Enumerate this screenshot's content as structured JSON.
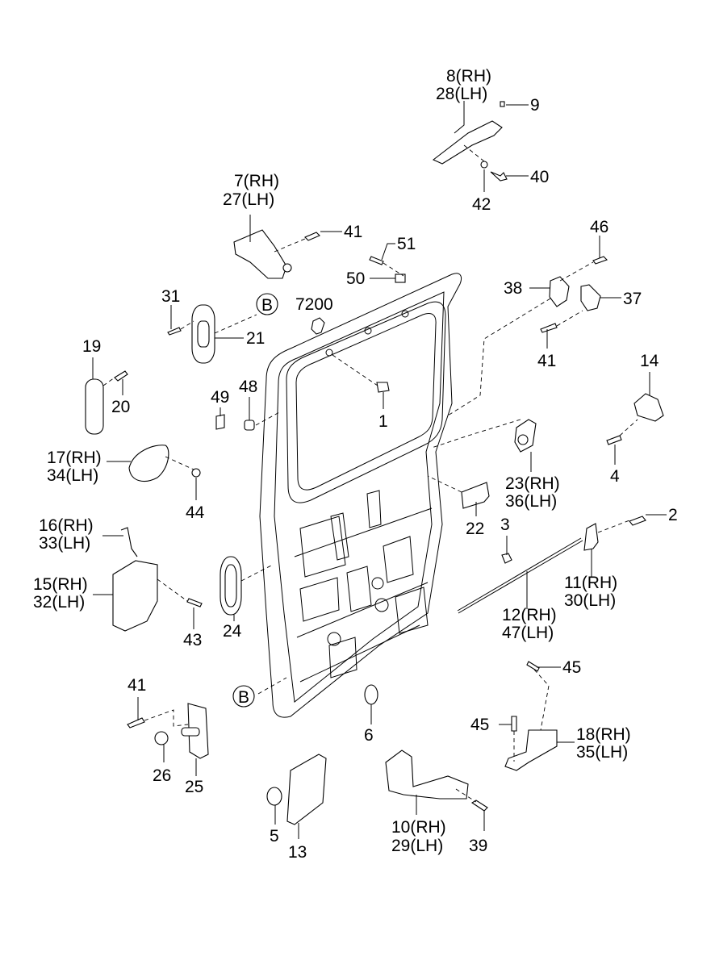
{
  "diagram": {
    "title": "Rear door panel & hardware (exploded view)",
    "reference_marker": "B",
    "callouts": [
      {
        "id": "c8",
        "lines": [
          "8(RH)",
          "28(LH)"
        ]
      },
      {
        "id": "c9",
        "lines": [
          "9"
        ]
      },
      {
        "id": "c40",
        "lines": [
          "40"
        ]
      },
      {
        "id": "c42",
        "lines": [
          "42"
        ]
      },
      {
        "id": "c7",
        "lines": [
          "7(RH)",
          "27(LH)"
        ]
      },
      {
        "id": "c41a",
        "lines": [
          "41"
        ]
      },
      {
        "id": "c51",
        "lines": [
          "51"
        ]
      },
      {
        "id": "c50",
        "lines": [
          "50"
        ]
      },
      {
        "id": "c46",
        "lines": [
          "46"
        ]
      },
      {
        "id": "c38",
        "lines": [
          "38"
        ]
      },
      {
        "id": "c37",
        "lines": [
          "37"
        ]
      },
      {
        "id": "c41b",
        "lines": [
          "41"
        ]
      },
      {
        "id": "c31",
        "lines": [
          "31"
        ]
      },
      {
        "id": "c21",
        "lines": [
          "21"
        ]
      },
      {
        "id": "c7200",
        "lines": [
          "7200"
        ]
      },
      {
        "id": "c19",
        "lines": [
          "19"
        ]
      },
      {
        "id": "c20",
        "lines": [
          "20"
        ]
      },
      {
        "id": "c48",
        "lines": [
          "48"
        ]
      },
      {
        "id": "c49",
        "lines": [
          "49"
        ]
      },
      {
        "id": "c1",
        "lines": [
          "1"
        ]
      },
      {
        "id": "c14",
        "lines": [
          "14"
        ]
      },
      {
        "id": "c4",
        "lines": [
          "4"
        ]
      },
      {
        "id": "c17",
        "lines": [
          "17(RH)",
          "34(LH)"
        ]
      },
      {
        "id": "c44",
        "lines": [
          "44"
        ]
      },
      {
        "id": "c23",
        "lines": [
          "23(RH)",
          "36(LH)"
        ]
      },
      {
        "id": "c22",
        "lines": [
          "22"
        ]
      },
      {
        "id": "c3",
        "lines": [
          "3"
        ]
      },
      {
        "id": "c2",
        "lines": [
          "2"
        ]
      },
      {
        "id": "c16",
        "lines": [
          "16(RH)",
          "33(LH)"
        ]
      },
      {
        "id": "c15",
        "lines": [
          "15(RH)",
          "32(LH)"
        ]
      },
      {
        "id": "c43",
        "lines": [
          "43"
        ]
      },
      {
        "id": "c24",
        "lines": [
          "24"
        ]
      },
      {
        "id": "c11",
        "lines": [
          "11(RH)",
          "30(LH)"
        ]
      },
      {
        "id": "c12",
        "lines": [
          "12(RH)",
          "47(LH)"
        ]
      },
      {
        "id": "c45a",
        "lines": [
          "45"
        ]
      },
      {
        "id": "c41c",
        "lines": [
          "41"
        ]
      },
      {
        "id": "c6",
        "lines": [
          "6"
        ]
      },
      {
        "id": "c45b",
        "lines": [
          "45"
        ]
      },
      {
        "id": "c18",
        "lines": [
          "18(RH)",
          "35(LH)"
        ]
      },
      {
        "id": "c26",
        "lines": [
          "26"
        ]
      },
      {
        "id": "c25",
        "lines": [
          "25"
        ]
      },
      {
        "id": "c10",
        "lines": [
          "10(RH)",
          "29(LH)"
        ]
      },
      {
        "id": "c39",
        "lines": [
          "39"
        ]
      },
      {
        "id": "c5",
        "lines": [
          "5"
        ]
      },
      {
        "id": "c13",
        "lines": [
          "13"
        ]
      }
    ]
  }
}
